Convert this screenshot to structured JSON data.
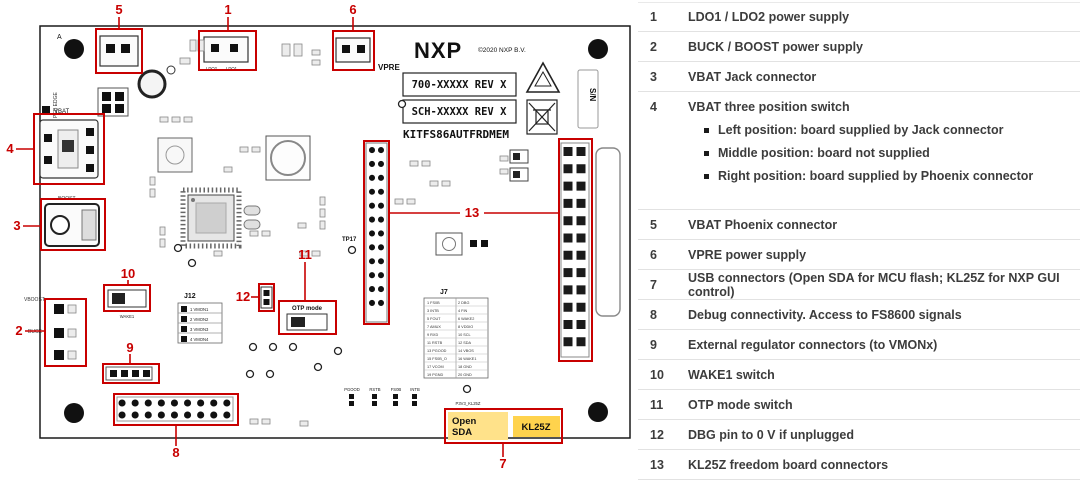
{
  "legend": {
    "rows": [
      {
        "num": "1",
        "text": "LDO1 / LDO2 power supply"
      },
      {
        "num": "2",
        "text": "BUCK / BOOST power supply"
      },
      {
        "num": "3",
        "text": "VBAT Jack connector"
      },
      {
        "num": "4",
        "text": "VBAT three position switch",
        "bullets": [
          "Left position: board supplied by Jack connector",
          "Middle position: board not supplied",
          "Right position: board supplied by Phoenix connector"
        ]
      },
      {
        "num": "5",
        "text": "VBAT Phoenix connector"
      },
      {
        "num": "6",
        "text": "VPRE power supply"
      },
      {
        "num": "7",
        "text": "USB connectors (Open SDA for MCU flash; KL25Z for NXP GUI control)"
      },
      {
        "num": "8",
        "text": "Debug connectivity. Access to FS8600 signals"
      },
      {
        "num": "9",
        "text": "External regulator connectors (to VMONx)"
      },
      {
        "num": "10",
        "text": "WAKE1 switch"
      },
      {
        "num": "11",
        "text": "OTP mode switch"
      },
      {
        "num": "12",
        "text": "DBG pin to 0 V if unplugged"
      },
      {
        "num": "13",
        "text": "KL25Z freedom board connectors"
      }
    ]
  },
  "board": {
    "logo": "NXP",
    "copyright": "©2020 NXP B.V.",
    "rev_box_1": "700-XXXXX REV X",
    "rev_box_2": "SCH-XXXXX REV X",
    "kit_name": "KITFS86AUTFRDMEM",
    "serial_label": "S/N",
    "corner_marker": "A",
    "labels": {
      "vpre": "VPRE",
      "vbat": "VBAT",
      "pcb_edge": "PCB EDGE",
      "boost": "BOOST",
      "vboost": "VBOOST",
      "buck": "BUCK",
      "wake1": "WAKE1",
      "otp_mode": "OTP mode",
      "tp17": "TP17",
      "j12": "J12",
      "j7": "J7",
      "pgood": "PGOOD",
      "rstb": "RSTB",
      "fs0b": "FS0B",
      "intb": "INTB",
      "p3v3": "P3V3_KL25Z",
      "ldo1": "LDO1",
      "ldo2": "LDO2"
    },
    "usb_labels": {
      "open_sda_line1": "Open",
      "open_sda_line2": "SDA",
      "kl25z": "KL25Z"
    },
    "callouts": {
      "c1": "1",
      "c2": "2",
      "c3": "3",
      "c4": "4",
      "c5": "5",
      "c6": "6",
      "c7": "7",
      "c8": "8",
      "c9": "9",
      "c10": "10",
      "c11": "11",
      "c12": "12",
      "c13": "13"
    },
    "j12_pins": [
      "1 VMON1",
      "2 VMON2",
      "3 VMON3",
      "4 VMON4"
    ],
    "j7_pins_left": [
      "1 FS0B",
      "3 INTB",
      "5 FOUT",
      "7 AMUX",
      "9 RXD",
      "11 RSTB",
      "13 PGOOD",
      "15 FS0B_O",
      "17 VCOM",
      "19 PGND"
    ],
    "j7_pins_right": [
      "2 DBG",
      "4 FIN",
      "6 WAKE2",
      "8 VDDIO",
      "10 SCL",
      "12 SDA",
      "14 VBOS",
      "16 WAKE1",
      "18 GND",
      "20 GND"
    ]
  },
  "colors": {
    "callout_red": "#c80000",
    "highlight_yellow_1": "#ffe28a",
    "highlight_yellow_2": "#ffd34d",
    "row_divider": "#e2e2e2",
    "legend_text": "#3c3c3c"
  }
}
